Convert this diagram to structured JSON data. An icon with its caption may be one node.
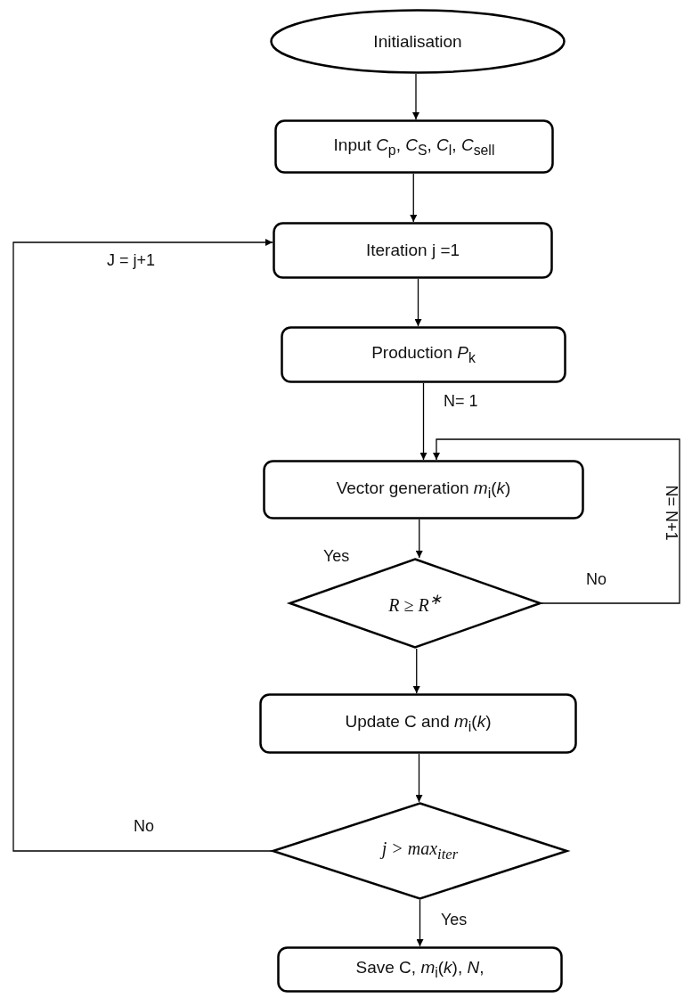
{
  "diagram": {
    "nodes": [
      {
        "text": [
          "Initialisation"
        ]
      },
      {
        "text": [
          "Input *C*$_{p}$, *C*$_{S}$, *C*$_{l}$, *C*$_{sell}$"
        ]
      },
      {
        "text": [
          "Iteration j =1"
        ]
      },
      {
        "text": [
          "Production *P*$_{k}$"
        ]
      },
      {
        "text": [
          "Vector generation *m*$_{i}$(*k*)"
        ]
      },
      {
        "text": [
          "R ≥ R$^{∗}$"
        ]
      },
      {
        "text": [
          "Update C and *m*$_{i}$(*k*)"
        ]
      },
      {
        "text": [
          "j > max$_{iter}$"
        ]
      },
      {
        "text": [
          "Save C, *m*$_{i}$(*k*), *N*,"
        ]
      }
    ],
    "edges": [
      {
        "from": 0,
        "to": 1,
        "arrow": "to"
      },
      {
        "from": 1,
        "to": 2,
        "arrow": "to"
      },
      {
        "from": 2,
        "to": 3,
        "arrow": "to"
      },
      {
        "from": 3,
        "to": 4,
        "arrow": "to",
        "label": "N= 1"
      },
      {
        "from": 4,
        "to": 5,
        "arrow": "to",
        "label": "Yes"
      },
      {
        "from": 5,
        "to": 4,
        "arrow": "to",
        "label": "No"
      },
      {
        "from": 5,
        "to": 6,
        "arrow": "to"
      },
      {
        "from": 6,
        "to": 7,
        "arrow": "to"
      },
      {
        "from": 7,
        "to": 2,
        "arrow": "to",
        "label": "No"
      },
      {
        "from": 7,
        "to": 8,
        "arrow": "to",
        "label": "Yes"
      }
    ],
    "labels": [
      "J = j+1",
      "N= N+1"
    ]
  }
}
